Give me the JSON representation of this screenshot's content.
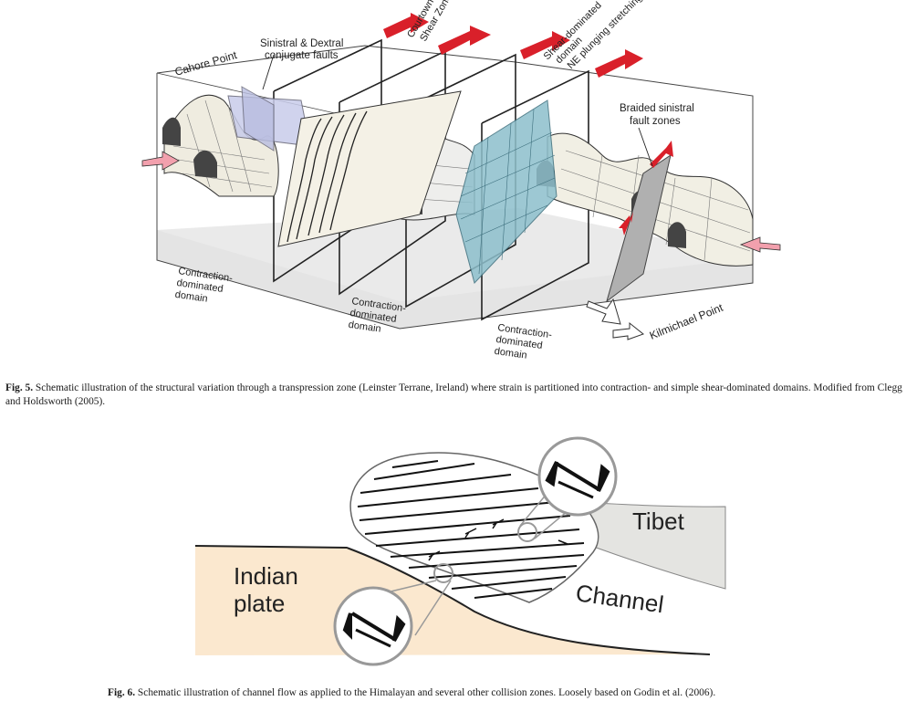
{
  "figure5": {
    "labels": {
      "cahore_point": "Cahore Point",
      "sinistral_dextral_1": "Sinistral & Dextral",
      "sinistral_dextral_2": "conjugate faults",
      "courtown_1": "Courtown",
      "courtown_2": "Shear Zone",
      "shear_dom_1": "Shear-dominated",
      "shear_dom_2": "domain",
      "shear_dom_3": "NE plunging stretching",
      "braided_1": "Braided sinistral",
      "braided_2": "fault zones",
      "contraction_1": "Contraction-",
      "contraction_2": "dominated",
      "contraction_3": "domain",
      "kilmichael_point": "Kilmichael Point"
    },
    "caption_label": "Fig. 5.",
    "caption_text": "Schematic illustration of the structural variation through a transpression zone (Leinster Terrane, Ireland) where strain is partitioned into contraction- and simple shear-dominated domains. Modified from Clegg and Holdsworth (2005)."
  },
  "figure6": {
    "labels": {
      "tibet": "Tibet",
      "indian_1": "Indian",
      "indian_2": "plate",
      "channel": "Channel"
    },
    "caption_label": "Fig. 6.",
    "caption_text": "Schematic illustration of channel flow as applied to the Himalayan and several other collision zones. Loosely based on Godin et al. (2006)."
  },
  "colors": {
    "indian_plate": "#fbe8cf",
    "tibet": "#e4e4e1",
    "shear_plane": "#8dbfcc",
    "arrow_red": "#d9202a",
    "arrow_pink": "#f2a0ad",
    "fault_plane": "#c8ccea"
  }
}
